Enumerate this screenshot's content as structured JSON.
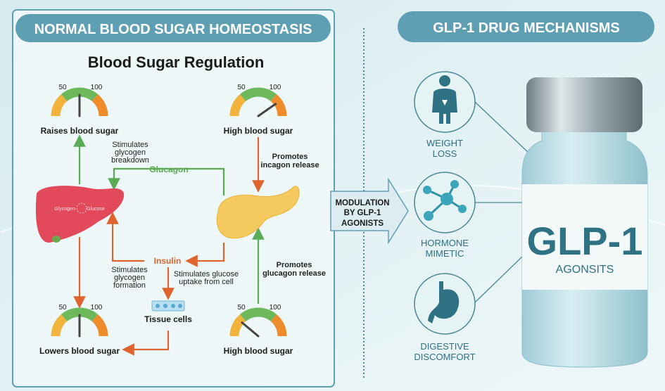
{
  "left_panel": {
    "header": "NORMAL BLOOD SUGAR HOMEOSTASIS",
    "title": "Blood Sugar Regulation",
    "gauges": [
      {
        "label": "Raises blood sugar",
        "tick_low": "50",
        "tick_high": "100",
        "needle": "normal"
      },
      {
        "label": "High blood sugar",
        "tick_low": "50",
        "tick_high": "100",
        "needle": "high"
      },
      {
        "label": "Lowers blood sugar",
        "tick_low": "50",
        "tick_high": "100",
        "needle": "normal"
      },
      {
        "label": "High blood sugar",
        "tick_low": "50",
        "tick_high": "100",
        "needle": "low"
      }
    ],
    "liver": {
      "left_text": "Glycogen",
      "right_text": "Glucose"
    },
    "glucagon_label": "Glucagon",
    "insulin_label": "Insulin",
    "notes": {
      "breakdown": [
        "Stimulates",
        "glycogen",
        "breakdown"
      ],
      "incagon": [
        "Promotes",
        "incagon release"
      ],
      "formation": [
        "Stimulates",
        "glycogen",
        "formation"
      ],
      "uptake": [
        "Stimulates glucose",
        "uptake from cell"
      ],
      "glucagon_release": [
        "Promotes",
        "glucagon release"
      ]
    },
    "tissue_label": "Tissue cells",
    "colors": {
      "glucagon": "#5aab55",
      "insulin": "#e0642e",
      "header": "#5f9fb3"
    }
  },
  "modulation": [
    "MODULATION",
    "BY GLP-1",
    "AGONISTS"
  ],
  "right_panel": {
    "header": "GLP-1 DRUG MECHANISMS",
    "mechanisms": [
      {
        "icon": "weight-loss-icon",
        "lines": [
          "WEIGHT",
          "LOSS"
        ]
      },
      {
        "icon": "molecule-icon",
        "lines": [
          "HORMONE",
          "MIMETIC"
        ]
      },
      {
        "icon": "stomach-icon",
        "lines": [
          "DIGESTIVE",
          "DISCOMFORT"
        ]
      }
    ],
    "vial": {
      "title": "GLP-1",
      "subtitle": "AGONSITS"
    }
  }
}
